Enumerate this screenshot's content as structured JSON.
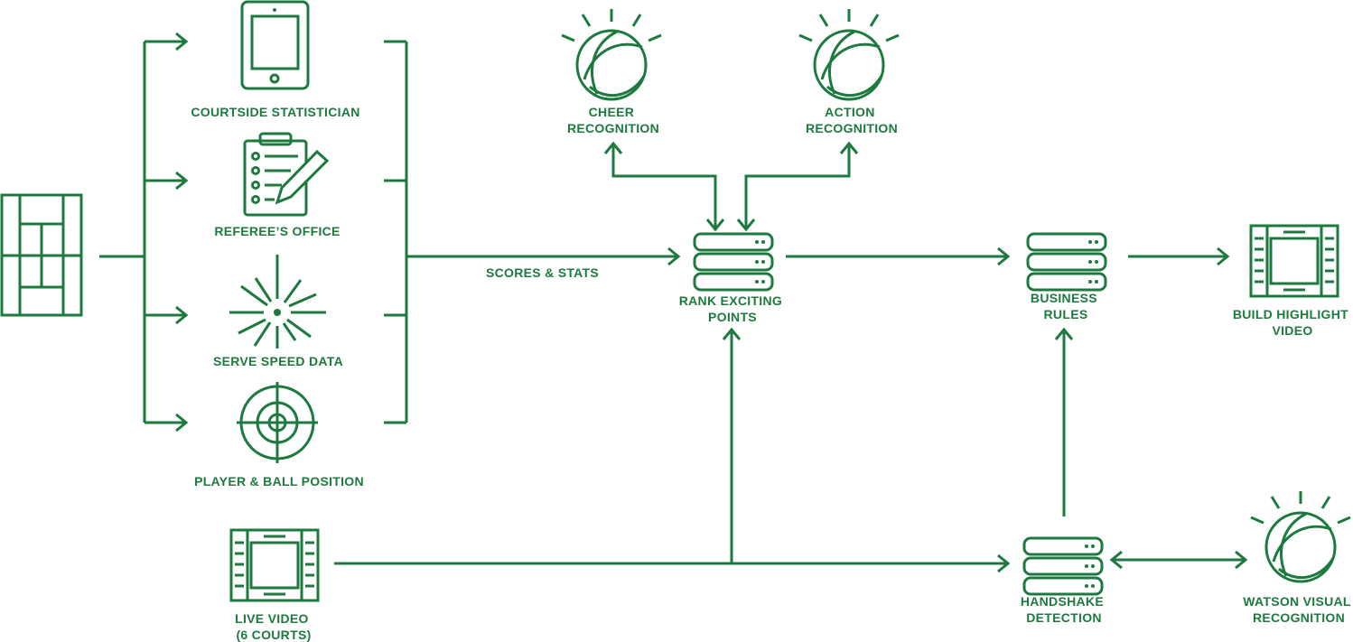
{
  "colors": {
    "accent": "#1d7a3f",
    "background": "#ffffff"
  },
  "inputs": {
    "courtside": "COURTSIDE STATISTICIAN",
    "referee": "REFEREE’S OFFICE",
    "serve": "SERVE SPEED DATA",
    "position": "PLAYER & BALL POSITION"
  },
  "edges": {
    "scores_stats": "SCORES & STATS"
  },
  "watson": {
    "cheer": [
      "CHEER",
      "RECOGNITION"
    ],
    "action": [
      "ACTION",
      "RECOGNITION"
    ],
    "visual": [
      "WATSON VISUAL",
      "RECOGNITION"
    ]
  },
  "servers": {
    "rank": [
      "RANK EXCITING",
      "POINTS"
    ],
    "business": [
      "BUSINESS",
      "RULES"
    ],
    "handshake": [
      "HANDSHAKE",
      "DETECTION"
    ]
  },
  "outputs": {
    "highlight": [
      "BUILD HIGHLIGHT",
      "VIDEO"
    ]
  },
  "live_video": [
    "LIVE VIDEO",
    "(6 COURTS)"
  ]
}
